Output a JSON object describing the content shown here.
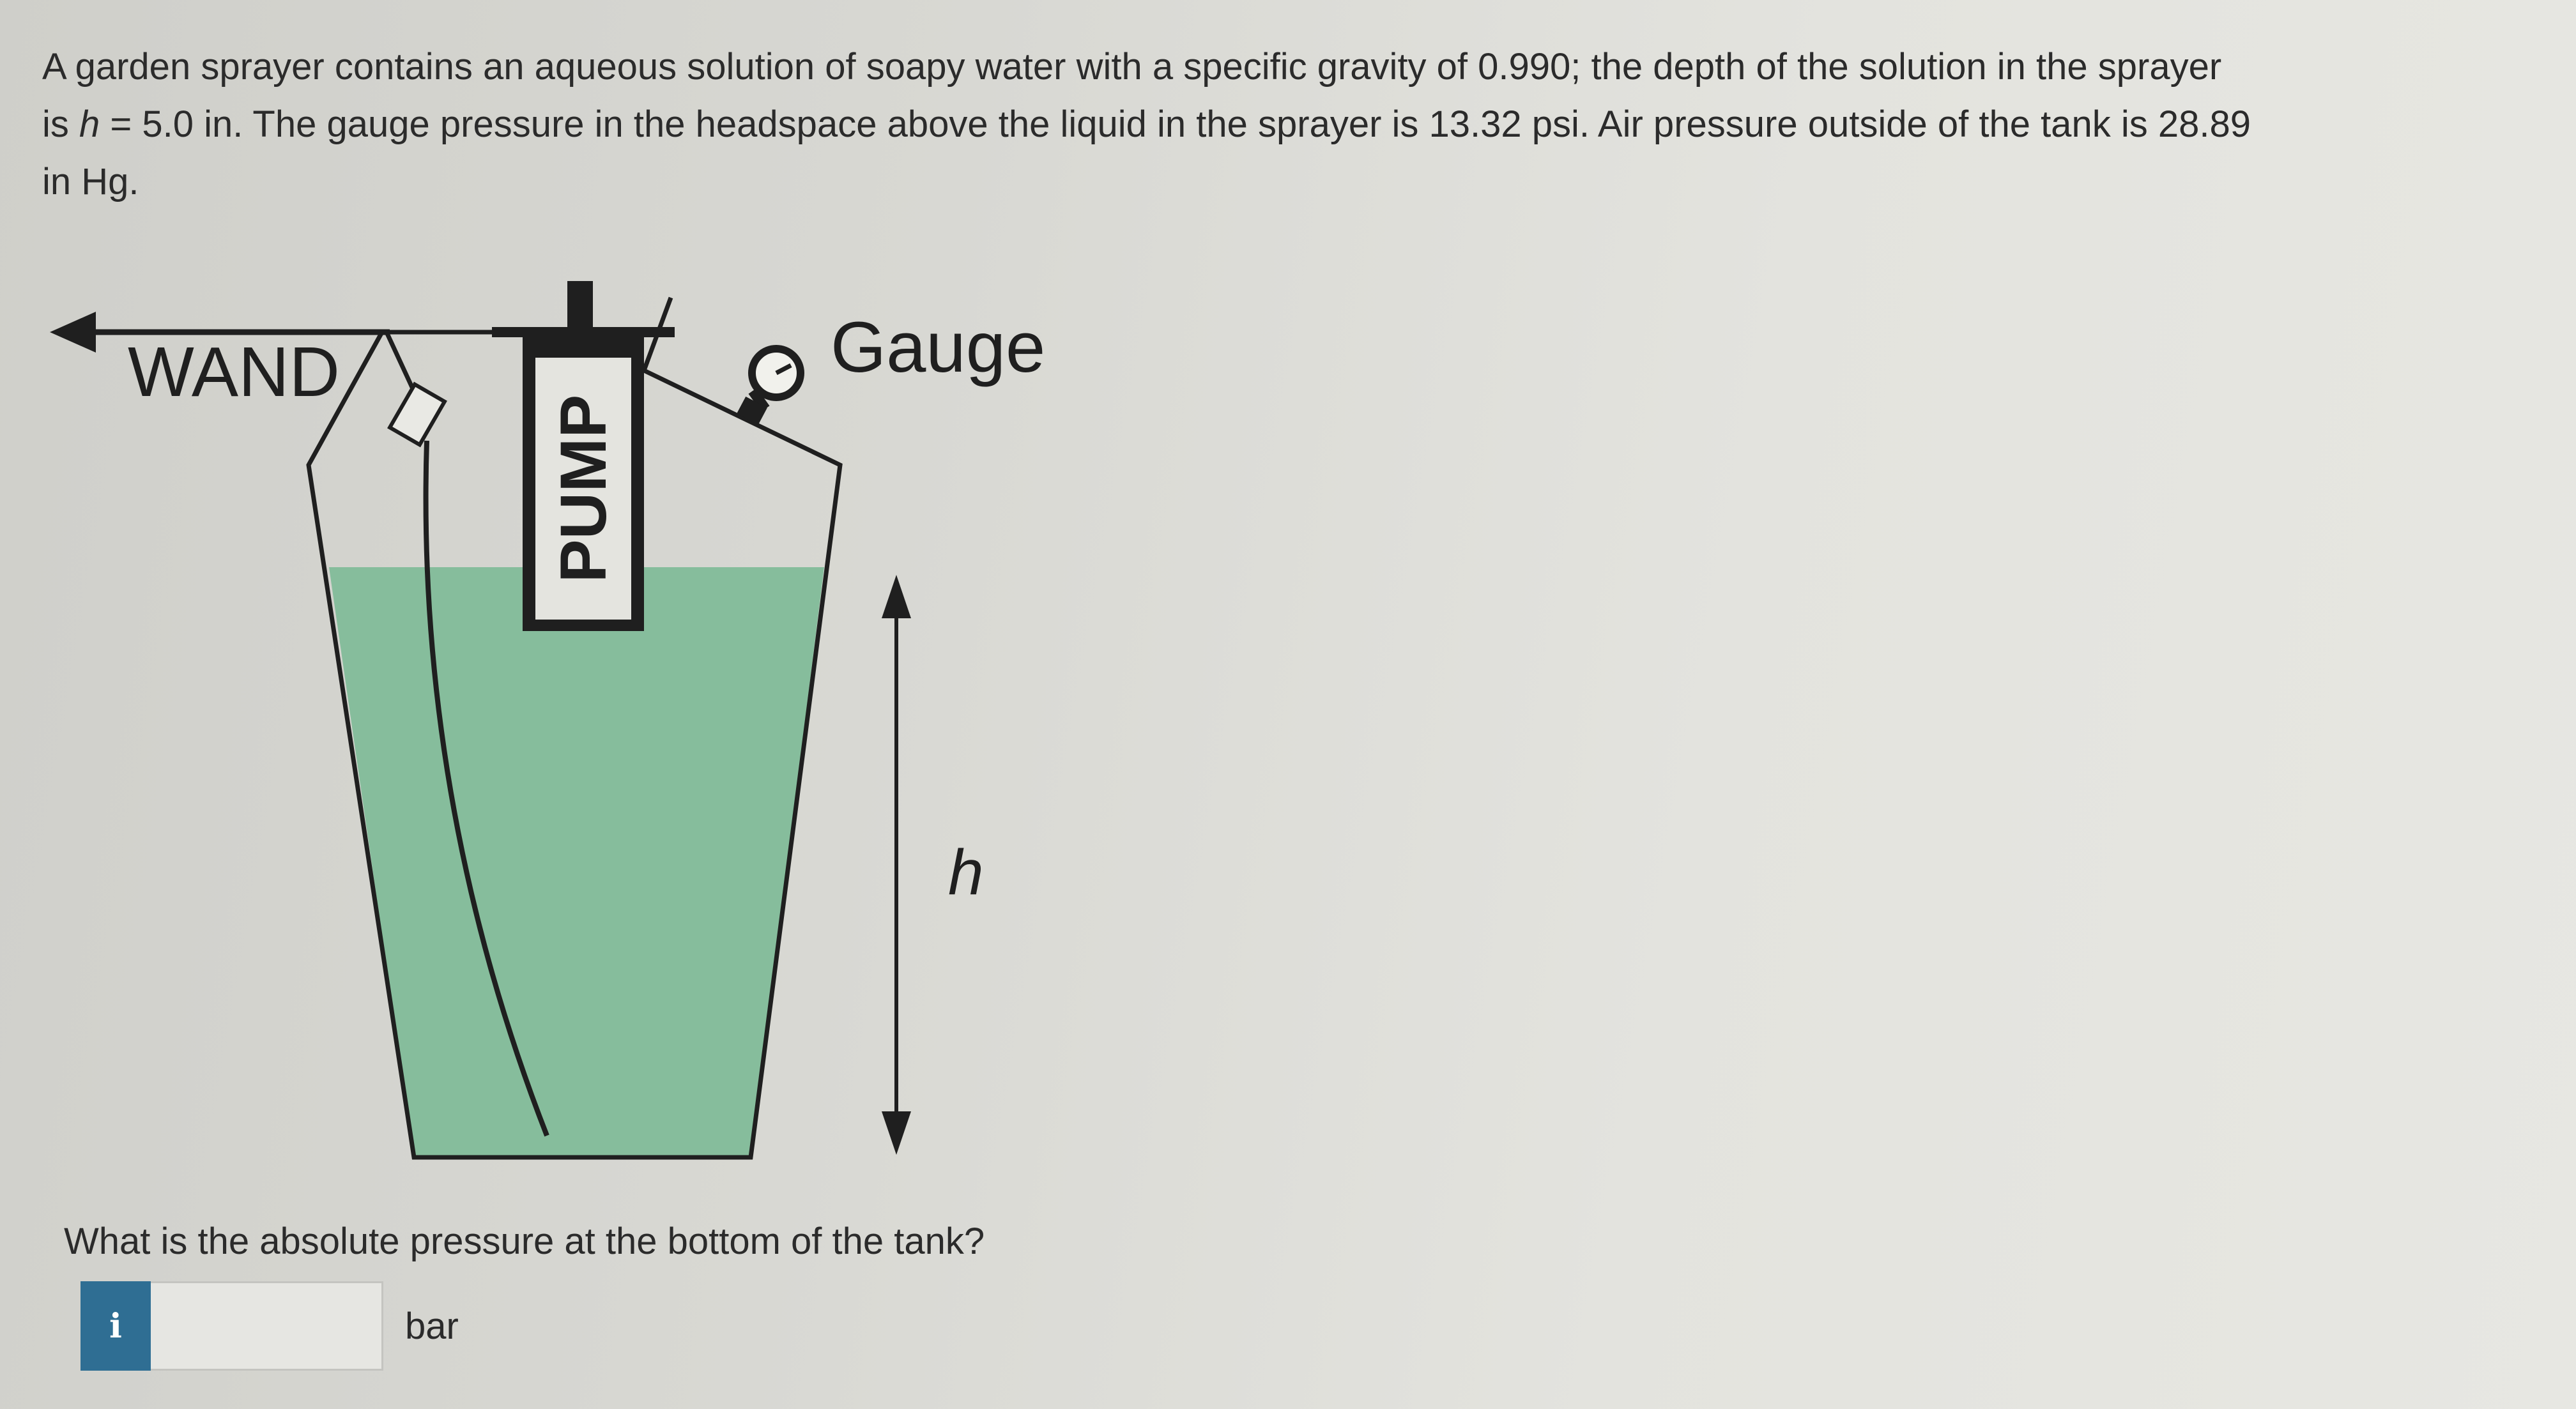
{
  "problem": {
    "line1": "A garden sprayer contains an aqueous solution of soapy water with a specific gravity of 0.990; the depth of the solution in the sprayer",
    "line2_pre": "is ",
    "line2_var": "h",
    "line2_post": " = 5.0 in. The gauge pressure in the headspace above the liquid in the sprayer is 13.32 psi. Air pressure outside of the tank is 28.89",
    "line3": "in Hg."
  },
  "diagram": {
    "wand_label": "WAND",
    "pump_label": "PUMP",
    "gauge_label": "Gauge",
    "h_label": "h",
    "liquid_color": "#86bd9c",
    "outline_color": "#1f1f1f"
  },
  "question": {
    "text": "What is the absolute pressure at the bottom of the tank?",
    "info_icon": "i",
    "answer_value": "",
    "unit": "bar"
  },
  "colors": {
    "info_button": "#2f6e93"
  }
}
